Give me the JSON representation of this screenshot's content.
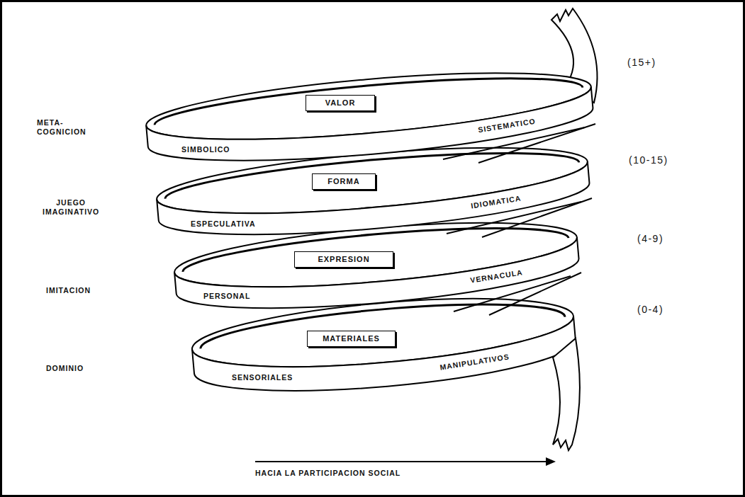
{
  "diagram": {
    "nodes": [
      {
        "text": [
          "VALOR"
        ]
      },
      {
        "text": [
          "FORMA"
        ]
      },
      {
        "text": [
          "EXPRESION"
        ]
      },
      {
        "text": [
          "MATERIALES"
        ]
      }
    ],
    "labels": [
      "(15+)",
      "SISTEMATICO",
      "META- COGNICION",
      "SIMBOLICO",
      "(10-15)",
      "IDIOMATICA",
      "JUEGO IMAGINATIVO",
      "ESPECULATIVA",
      "(4-9)",
      "VERNACULA",
      "IMITACION",
      "PERSONAL",
      "(0-4)",
      "MANIPULATIVOS",
      "DOMINIO",
      "SENSORIALES",
      "HACIA LA PARTICIPACION SOCIAL"
    ]
  }
}
